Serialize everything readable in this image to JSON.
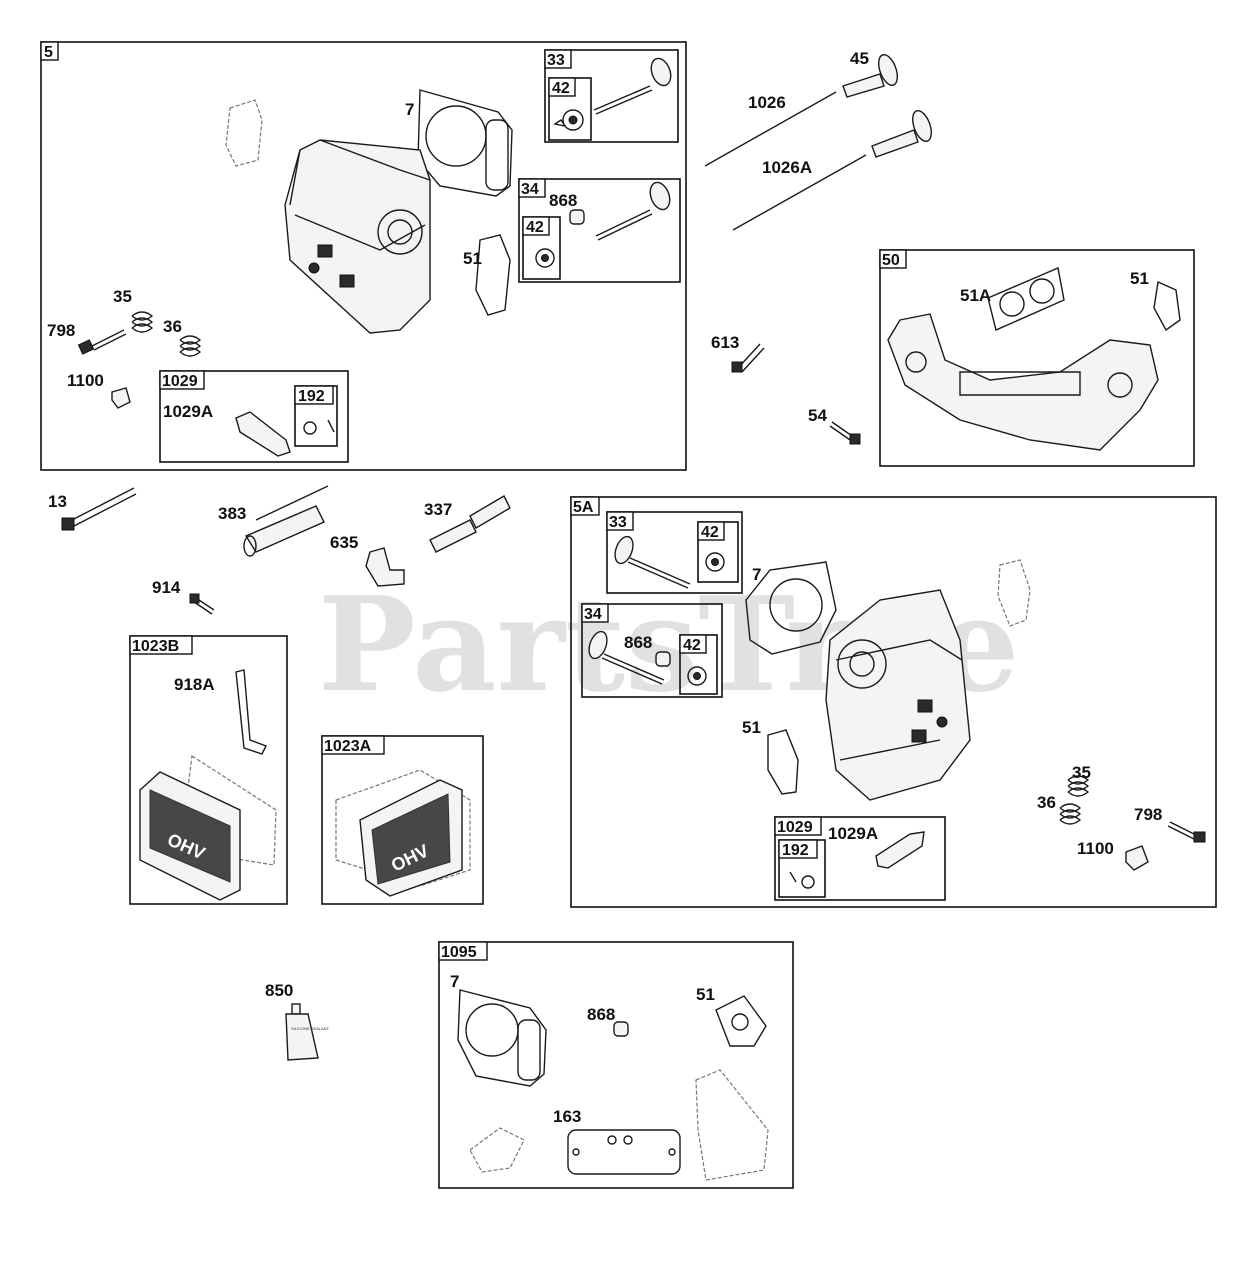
{
  "watermark": "PartsTree",
  "groups": [
    {
      "id": "5",
      "label": "5"
    },
    {
      "id": "5A",
      "label": "5A"
    },
    {
      "id": "50",
      "label": "50"
    },
    {
      "id": "1095",
      "label": "1095"
    },
    {
      "id": "1023B",
      "label": "1023B"
    },
    {
      "id": "1023A",
      "label": "1023A"
    },
    {
      "id": "g33a",
      "label": "33"
    },
    {
      "id": "g42a",
      "label": "42"
    },
    {
      "id": "g34a",
      "label": "34"
    },
    {
      "id": "g42b",
      "label": "42"
    },
    {
      "id": "g1029a",
      "label": "1029"
    },
    {
      "id": "g192a",
      "label": "192"
    },
    {
      "id": "g33b",
      "label": "33"
    },
    {
      "id": "g42c",
      "label": "42"
    },
    {
      "id": "g34b",
      "label": "34"
    },
    {
      "id": "g42d",
      "label": "42"
    },
    {
      "id": "g1029b",
      "label": "1029"
    },
    {
      "id": "g192b",
      "label": "192"
    }
  ],
  "callouts": [
    {
      "id": "c7a",
      "text": "7"
    },
    {
      "id": "c868a",
      "text": "868"
    },
    {
      "id": "c51a",
      "text": "51"
    },
    {
      "id": "c35a",
      "text": "35"
    },
    {
      "id": "c36a",
      "text": "36"
    },
    {
      "id": "c798a",
      "text": "798"
    },
    {
      "id": "c1100a",
      "text": "1100"
    },
    {
      "id": "c1029Aa",
      "text": "1029A"
    },
    {
      "id": "c45",
      "text": "45"
    },
    {
      "id": "c1026",
      "text": "1026"
    },
    {
      "id": "c1026A",
      "text": "1026A"
    },
    {
      "id": "c51Ab",
      "text": "51A"
    },
    {
      "id": "c51b",
      "text": "51"
    },
    {
      "id": "c613",
      "text": "613"
    },
    {
      "id": "c54",
      "text": "54"
    },
    {
      "id": "c13",
      "text": "13"
    },
    {
      "id": "c383",
      "text": "383"
    },
    {
      "id": "c337",
      "text": "337"
    },
    {
      "id": "c635",
      "text": "635"
    },
    {
      "id": "c914",
      "text": "914"
    },
    {
      "id": "c918A",
      "text": "918A"
    },
    {
      "id": "c7b",
      "text": "7"
    },
    {
      "id": "c868b",
      "text": "868"
    },
    {
      "id": "c51c",
      "text": "51"
    },
    {
      "id": "c35b",
      "text": "35"
    },
    {
      "id": "c36b",
      "text": "36"
    },
    {
      "id": "c798b",
      "text": "798"
    },
    {
      "id": "c1100b",
      "text": "1100"
    },
    {
      "id": "c1029Ab",
      "text": "1029A"
    },
    {
      "id": "c850",
      "text": "850"
    },
    {
      "id": "c7c",
      "text": "7"
    },
    {
      "id": "c868c",
      "text": "868"
    },
    {
      "id": "c51d",
      "text": "51"
    },
    {
      "id": "c163",
      "text": "163"
    }
  ],
  "cover_text": "OHV",
  "tube_text": "SILICONE SEALANT"
}
